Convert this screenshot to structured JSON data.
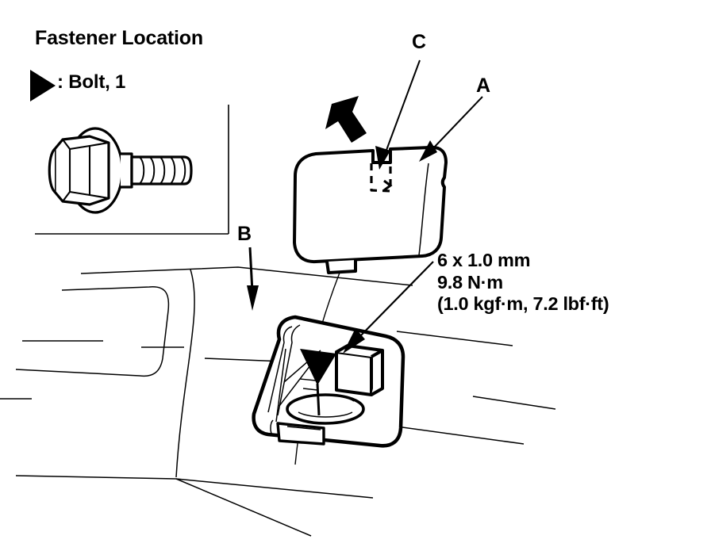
{
  "figure": {
    "title": "Fastener Location",
    "kind": "automotive-service-exploded-view"
  },
  "legend": {
    "marker_icon": "solid-right-triangle",
    "text": ": Bolt, 1"
  },
  "callouts": [
    {
      "id": "A",
      "label": "A",
      "points_to": "roof-rail-cover"
    },
    {
      "id": "B",
      "label": "B",
      "points_to": "roof-rail-body-panel"
    },
    {
      "id": "C",
      "label": "C",
      "points_to": "cover-hidden-tab"
    }
  ],
  "torque_spec": {
    "line1": "6 x 1.0 mm",
    "line2": "9.8 N·m",
    "line3": "(1.0 kgf·m, 7.2 lbf·ft)"
  },
  "colors": {
    "ink": "#000000",
    "paper": "#ffffff"
  },
  "parts": {
    "bolt": "flange-head-hex-bolt",
    "cover": "roof-rail-cover",
    "bracket": "roof-rail-bracket",
    "direction_arrow": "removal-direction-arrow",
    "fastener_marker": "solid-down-triangle"
  }
}
